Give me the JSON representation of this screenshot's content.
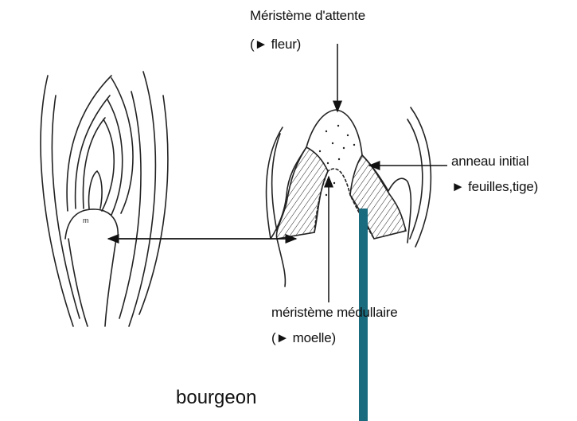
{
  "labels": {
    "attente_title": "Méristème d'attente",
    "attente_note": "(► fleur)",
    "anneau_title": "anneau initial",
    "anneau_note": "► feuilles,tige)",
    "medullaire_title": "méristème médullaire",
    "medullaire_note": "(► moelle)",
    "caption": "bourgeon",
    "apex_mark": "m"
  },
  "colors": {
    "ink": "#111111",
    "background": "#ffffff",
    "overlay_bar": "#1b6b7e"
  }
}
